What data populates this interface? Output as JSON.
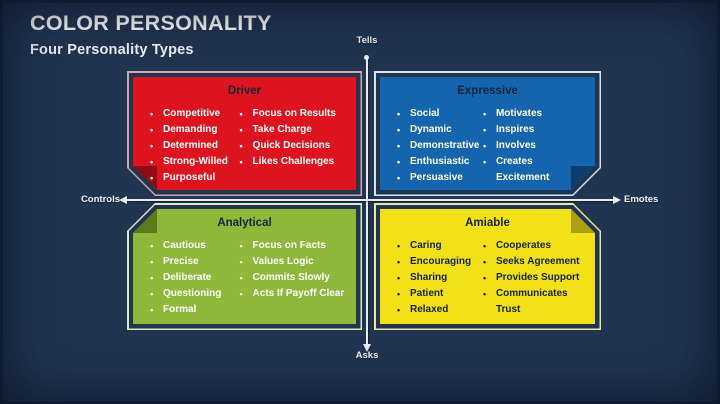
{
  "slide": {
    "title": "COLOR PERSONALITY",
    "subtitle": "Four Personality Types"
  },
  "axes": {
    "top": "Tells",
    "bottom": "Asks",
    "left": "Controls",
    "right": "Emotes"
  },
  "quadrants": [
    {
      "name": "Driver",
      "fill": "#dd1420",
      "fold_color": "#8e0e16",
      "frame": "#d6a2ab",
      "title_color": "#16243c",
      "text_color": "#ffffff",
      "col1": [
        "Competitive",
        "Demanding",
        "Determined",
        "Strong-Willed",
        "Purposeful"
      ],
      "col2": [
        "Focus on Results",
        "Take Charge",
        "Quick Decisions",
        "Likes Challenges"
      ]
    },
    {
      "name": "Expressive",
      "fill": "#1565ae",
      "fold_color": "#0c3f70",
      "frame": "#d3e5f5",
      "title_color": "#14233c",
      "text_color": "#ffffff",
      "col1": [
        "Social",
        "Dynamic",
        "Demonstrative",
        "Enthusiastic",
        "Persuasive"
      ],
      "col2": [
        "Motivates",
        "Inspires",
        "Involves",
        "Creates Excitement"
      ]
    },
    {
      "name": "Analytical",
      "fill": "#8fb83a",
      "fold_color": "#5d7a21",
      "frame": "#dfe9c3",
      "title_color": "#16243c",
      "text_color": "#ffffff",
      "col1": [
        "Cautious",
        "Precise",
        "Deliberate",
        "Questioning",
        "Formal"
      ],
      "col2": [
        "Focus on Facts",
        "Values Logic",
        "Commits Slowly",
        "Acts If Payoff Clear"
      ]
    },
    {
      "name": "Amiable",
      "fill": "#f2e118",
      "fold_color": "#aca012",
      "frame": "#ece79e",
      "title_color": "#16243c",
      "text_color": "#16243c",
      "col1": [
        "Caring",
        "Encouraging",
        "Sharing",
        "Patient",
        "Relaxed"
      ],
      "col2": [
        "Cooperates",
        "Seeks Agreement",
        "Provides Support",
        "Communicates Trust"
      ]
    }
  ],
  "colors": {
    "background": "#213450",
    "axis_line": "#e7ecf3",
    "label_text": "#f3f6fa"
  }
}
